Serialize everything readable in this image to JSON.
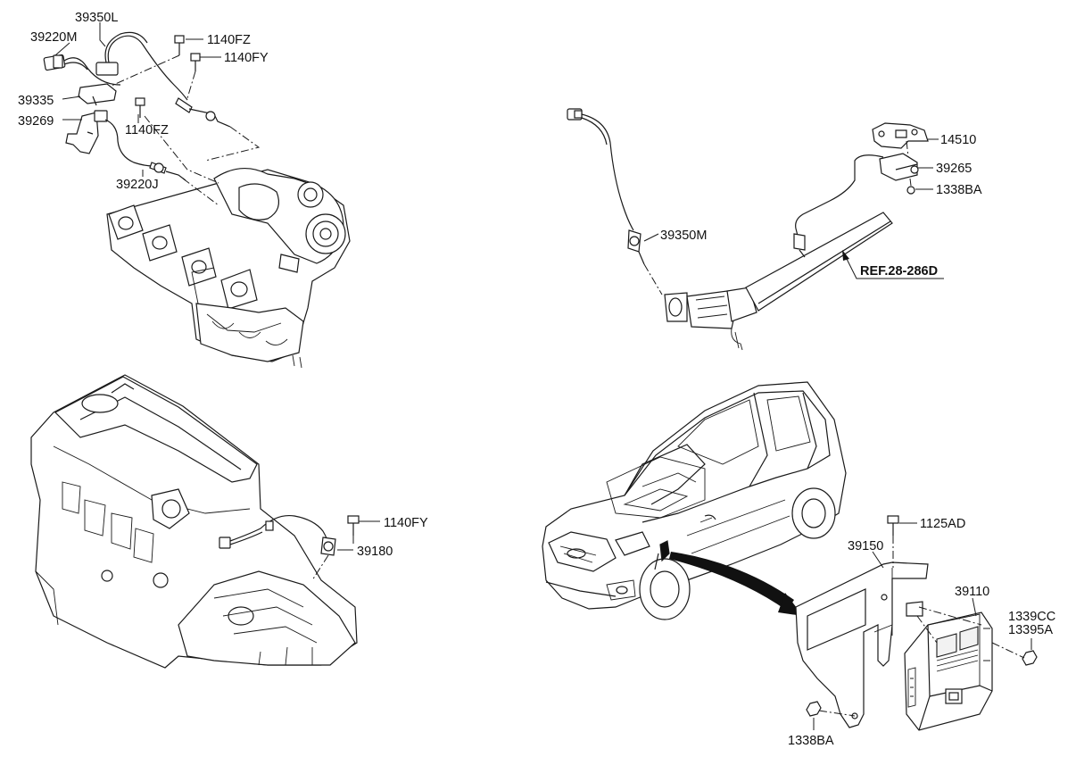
{
  "labels": {
    "p39350L": "39350L",
    "p39220M": "39220M",
    "p1140FZ_top": "1140FZ",
    "p1140FY_top": "1140FY",
    "p39335": "39335",
    "p39269": "39269",
    "p1140FZ_mid": "1140FZ",
    "p39220J": "39220J",
    "p14510": "14510",
    "p39265": "39265",
    "p1338BA_right": "1338BA",
    "p39350M": "39350M",
    "ref": "REF.28-286D",
    "p1140FY_bottom": "1140FY",
    "p39180": "39180",
    "p1125AD": "1125AD",
    "p39150": "39150",
    "p39110": "39110",
    "p1339CC": "1339CC",
    "p13395A": "13395A",
    "p1338BA_bottom": "1338BA"
  }
}
